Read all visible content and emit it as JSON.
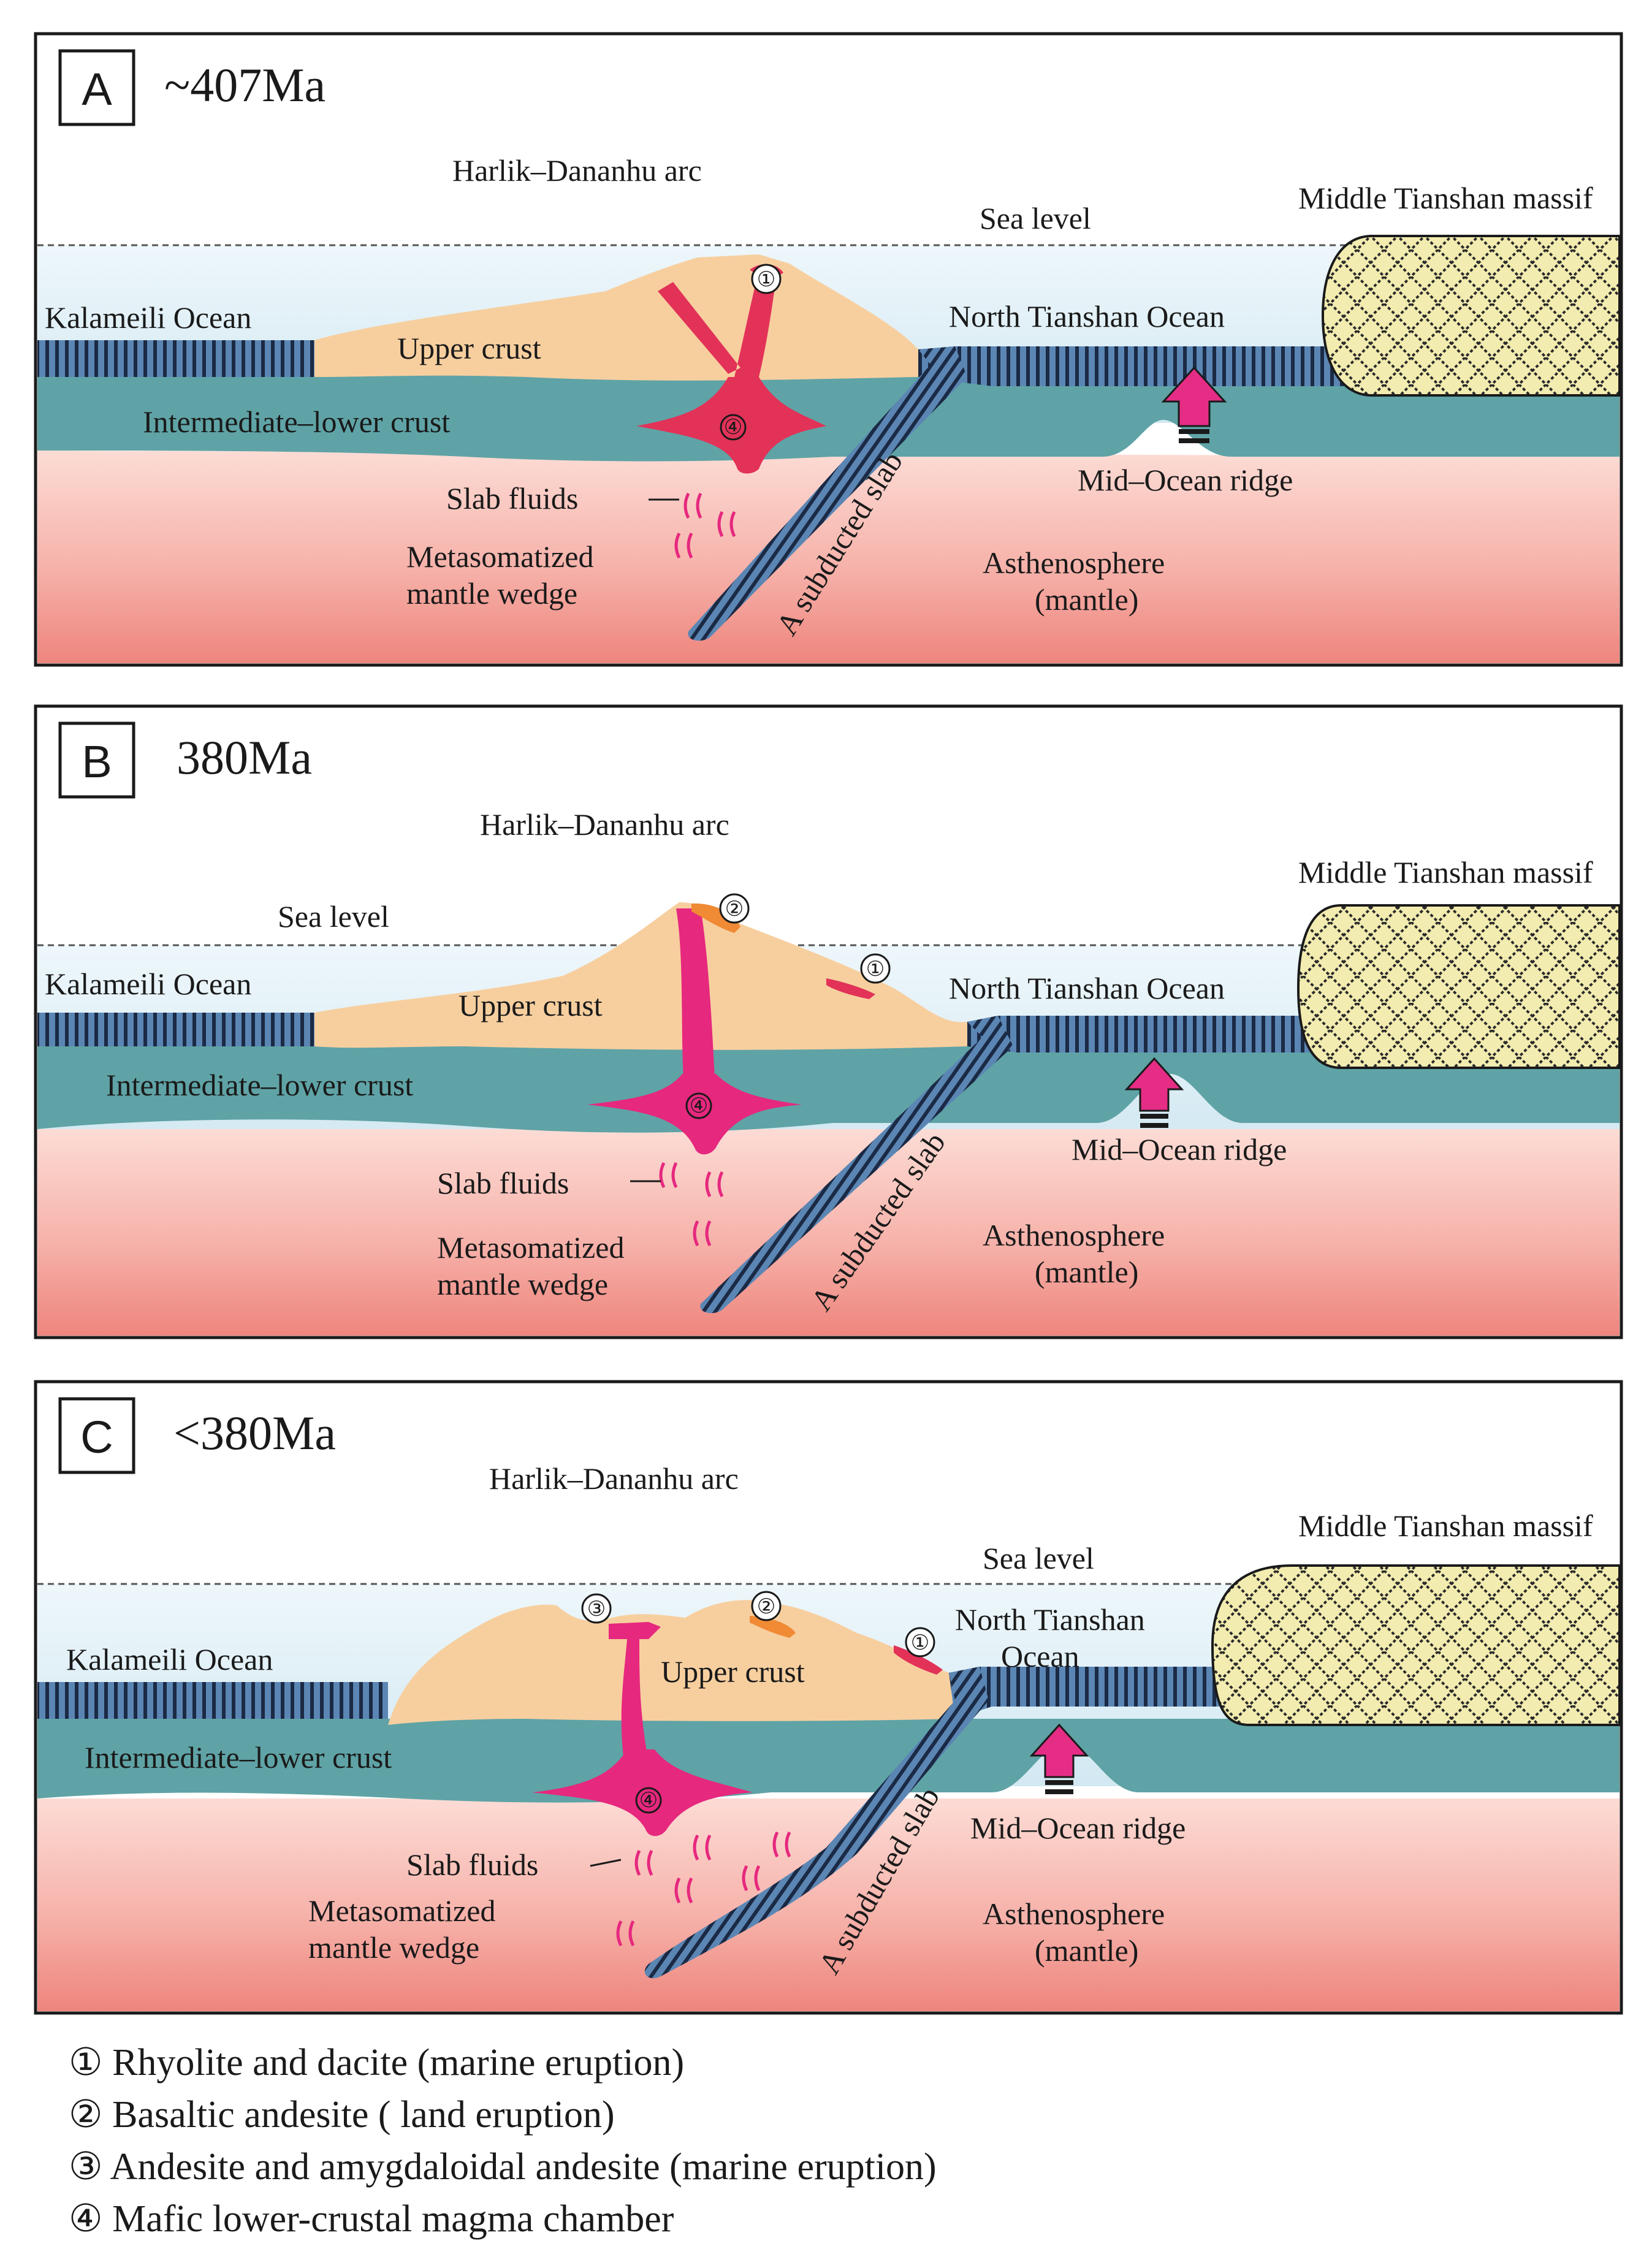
{
  "panels": [
    {
      "letter": "A",
      "age": "~407Ma",
      "labels": {
        "arc": "Harlik–Dananhu arc",
        "massif": "Middle Tianshan massif",
        "sea_level": "Sea level",
        "kalameili": "Kalameili Ocean",
        "upper_crust": "Upper  crust",
        "north_tianshan": [
          "North Tianshan Ocean"
        ],
        "lower_crust": "Intermediate–lower crust",
        "ridge": "Mid–Ocean ridge",
        "slab_fluids": "Slab fluids",
        "wedge": [
          "Metasomatized",
          "mantle wedge"
        ],
        "slab": "A subducted slab",
        "asthenosphere": [
          "Asthenosphere",
          "(mantle)"
        ]
      },
      "markers": [
        "①",
        "④"
      ]
    },
    {
      "letter": "B",
      "age": "380Ma",
      "labels": {
        "arc": "Harlik–Dananhu arc",
        "massif": "Middle Tianshan massif",
        "sea_level": "Sea level",
        "kalameili": "Kalameili Ocean",
        "upper_crust": "Upper  crust",
        "north_tianshan": [
          "North Tianshan Ocean"
        ],
        "lower_crust": "Intermediate–lower crust",
        "ridge": "Mid–Ocean ridge",
        "slab_fluids": "Slab fluids",
        "wedge": [
          "Metasomatized",
          "mantle wedge"
        ],
        "slab": "A subducted slab",
        "asthenosphere": [
          "Asthenosphere",
          "(mantle)"
        ]
      },
      "markers": [
        "②",
        "①",
        "④"
      ]
    },
    {
      "letter": "C",
      "age": "<380Ma",
      "labels": {
        "arc": "Harlik–Dananhu arc",
        "massif": "Middle Tianshan massif",
        "sea_level": "Sea level",
        "kalameili": "Kalameili Ocean",
        "upper_crust": "Upper  crust",
        "north_tianshan": [
          "North Tianshan",
          "Ocean"
        ],
        "lower_crust": "Intermediate–lower crust",
        "ridge": "Mid–Ocean ridge",
        "slab_fluids": "Slab fluids",
        "wedge": [
          "Metasomatized",
          "mantle wedge"
        ],
        "slab": "A subducted slab",
        "asthenosphere": [
          "Asthenosphere",
          "(mantle)"
        ]
      },
      "markers": [
        "③",
        "②",
        "①",
        "④"
      ]
    }
  ],
  "legend": [
    "① Rhyolite and dacite (marine eruption)",
    "② Basaltic andesite ( land eruption)",
    "③ Andesite and amygdaloidal andesite (marine eruption)",
    "④ Mafic lower-crustal magma chamber"
  ],
  "colors": {
    "sky": "#ffffff",
    "sea": "#dceef6",
    "upper_crust": "#f7cf9f",
    "lower_crust": "#5fa3a6",
    "mantle_top": "#fbd4cd",
    "mantle_bottom": "#ef8a82",
    "slab": "#4f79a8",
    "magma_red": "#e23258",
    "magma_pink": "#e6287e",
    "lava_orange": "#f08a34",
    "massif": "#f3ecb0",
    "arrow": "#e52d86"
  }
}
